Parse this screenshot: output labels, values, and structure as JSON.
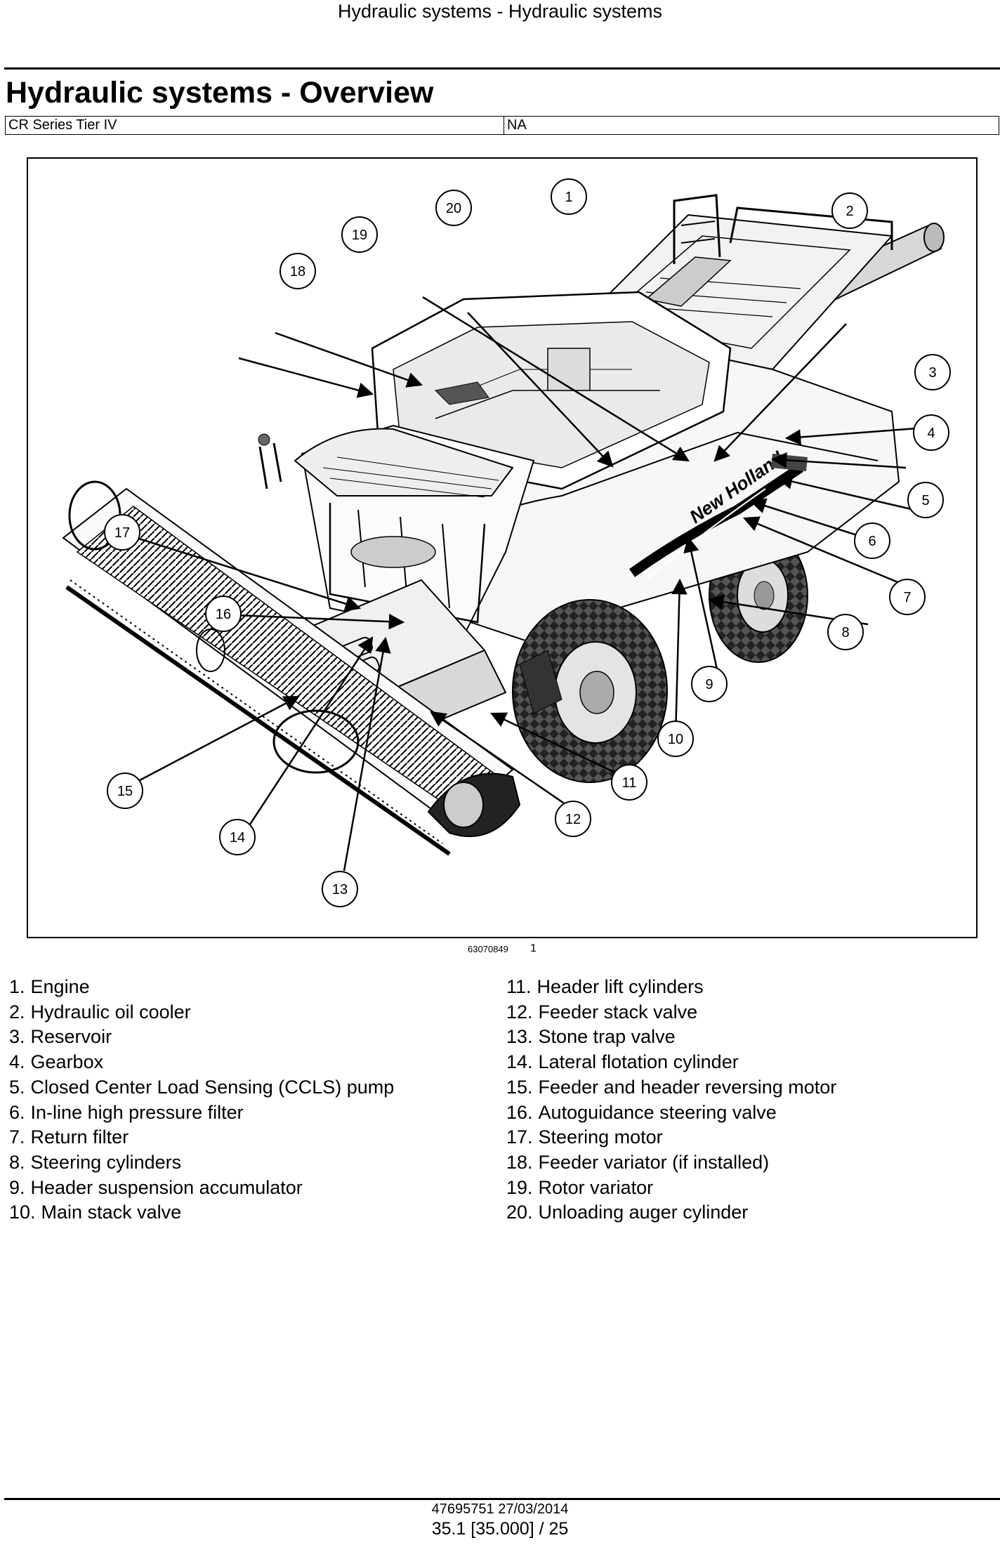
{
  "header": {
    "running_title": "Hydraulic systems - Hydraulic systems"
  },
  "title": "Hydraulic systems - Overview",
  "meta": {
    "series": "CR Series Tier IV",
    "region": "NA"
  },
  "figure": {
    "reference": "63070849",
    "number": "1",
    "brand_decal": "New Holland",
    "callouts": [
      {
        "label": "1"
      },
      {
        "label": "2"
      },
      {
        "label": "3"
      },
      {
        "label": "4"
      },
      {
        "label": "5"
      },
      {
        "label": "6"
      },
      {
        "label": "7"
      },
      {
        "label": "8"
      },
      {
        "label": "9"
      },
      {
        "label": "10"
      },
      {
        "label": "11"
      },
      {
        "label": "12"
      },
      {
        "label": "13"
      },
      {
        "label": "14"
      },
      {
        "label": "15"
      },
      {
        "label": "16"
      },
      {
        "label": "17"
      },
      {
        "label": "18"
      },
      {
        "label": "19"
      },
      {
        "label": "20"
      }
    ]
  },
  "legend": {
    "col1": [
      {
        "num": "1.",
        "text": "Engine"
      },
      {
        "num": "2.",
        "text": "Hydraulic oil cooler"
      },
      {
        "num": "3.",
        "text": "Reservoir"
      },
      {
        "num": "4.",
        "text": "Gearbox"
      },
      {
        "num": "5.",
        "text": "Closed Center Load Sensing (CCLS) pump"
      },
      {
        "num": "6.",
        "text": "In-line high pressure filter"
      },
      {
        "num": "7.",
        "text": "Return filter"
      },
      {
        "num": "8.",
        "text": "Steering cylinders"
      },
      {
        "num": "9.",
        "text": "Header suspension accumulator"
      },
      {
        "num": "10.",
        "text": "Main stack valve"
      }
    ],
    "col2": [
      {
        "num": "11.",
        "text": "Header lift cylinders"
      },
      {
        "num": "12.",
        "text": "Feeder stack valve"
      },
      {
        "num": "13.",
        "text": "Stone trap valve"
      },
      {
        "num": "14.",
        "text": "Lateral flotation cylinder"
      },
      {
        "num": "15.",
        "text": "Feeder and header reversing motor"
      },
      {
        "num": "16.",
        "text": "Autoguidance steering valve"
      },
      {
        "num": "17.",
        "text": "Steering motor"
      },
      {
        "num": "18.",
        "text": "Feeder variator (if installed)"
      },
      {
        "num": "19.",
        "text": "Rotor variator"
      },
      {
        "num": "20.",
        "text": "Unloading auger cylinder"
      }
    ]
  },
  "footer": {
    "doc_id": "47695751 27/03/2014",
    "page": "35.1 [35.000] / 25"
  }
}
